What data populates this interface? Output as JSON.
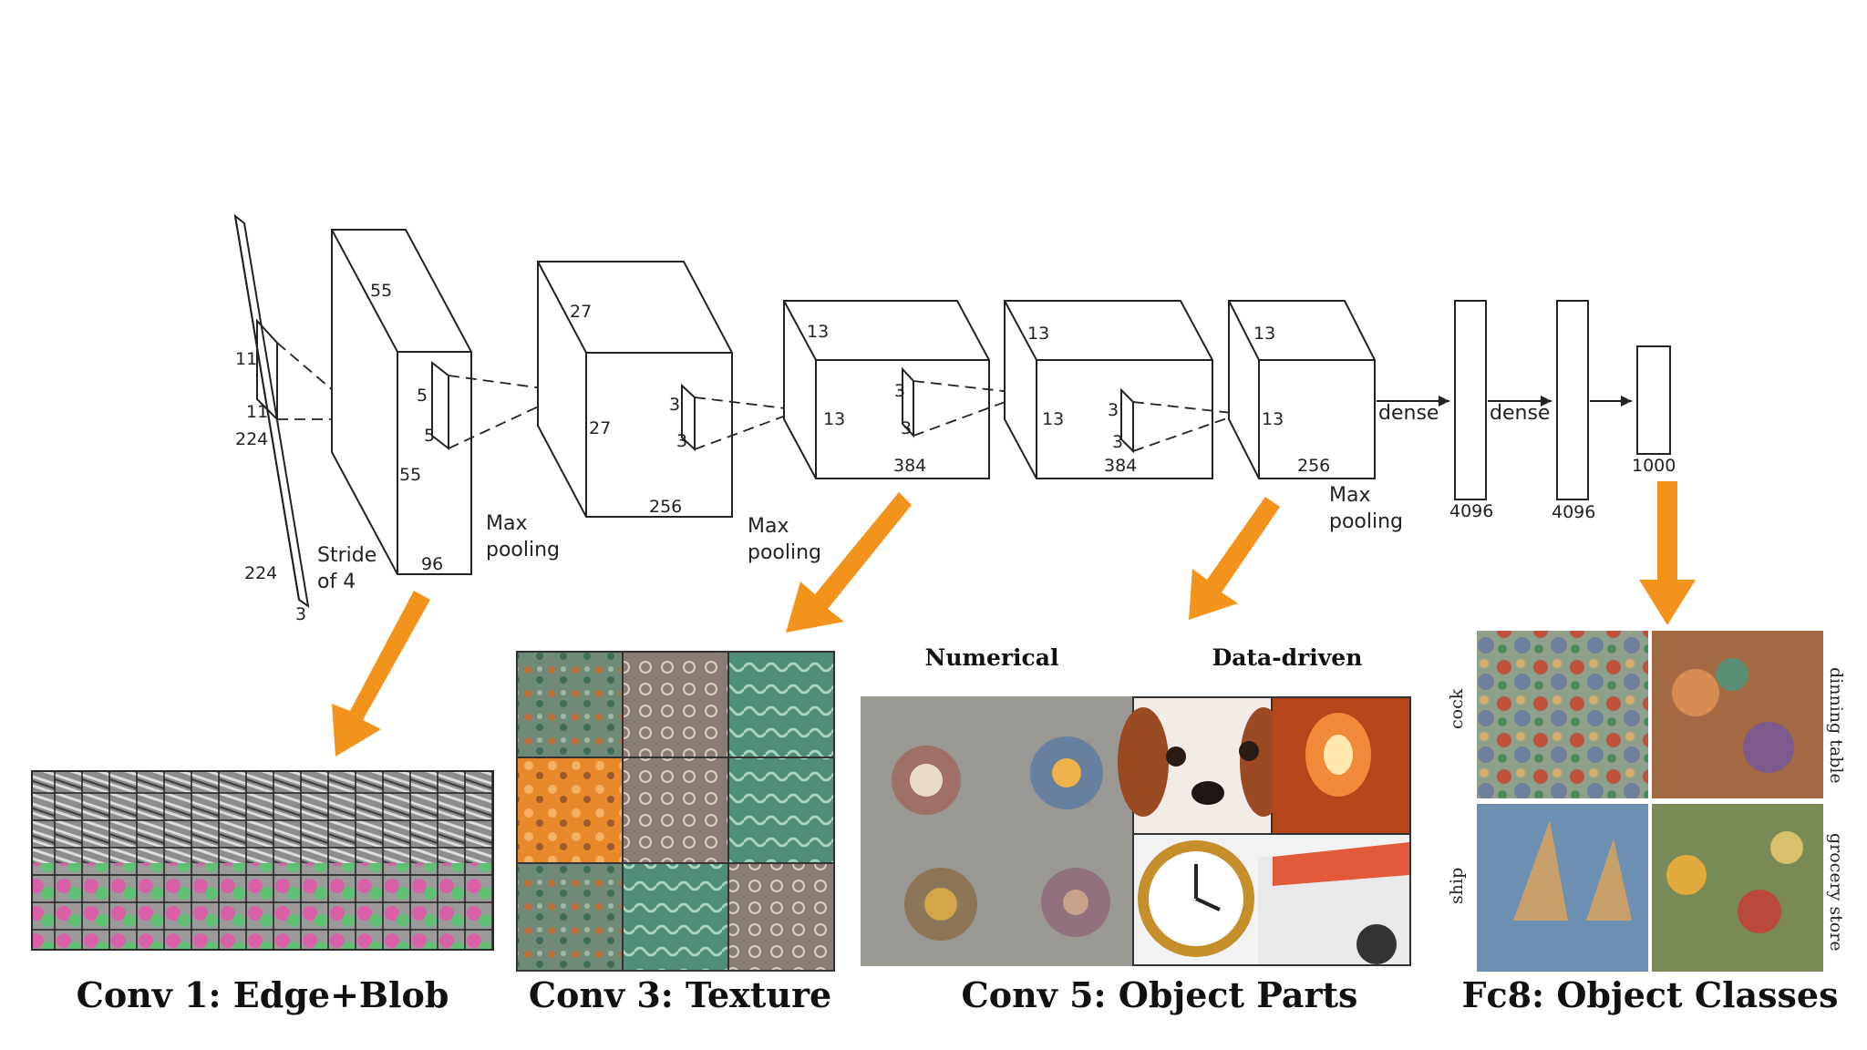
{
  "network": {
    "input": {
      "height": "224",
      "width": "224",
      "depth": "3",
      "kernel_h": "11",
      "kernel_w": "11",
      "stride_line1": "Stride",
      "stride_line2": "of 4"
    },
    "conv1": {
      "height": "55",
      "width": "55",
      "depth": "96",
      "kernel_h": "5",
      "kernel_w": "5"
    },
    "pool1": {
      "line1": "Max",
      "line2": "pooling"
    },
    "conv2": {
      "height": "27",
      "width": "27",
      "depth": "256",
      "kernel_h": "3",
      "kernel_w": "3"
    },
    "pool2": {
      "line1": "Max",
      "line2": "pooling"
    },
    "conv3": {
      "height": "13",
      "width": "13",
      "depth": "384",
      "kernel_h": "3",
      "kernel_w": "3"
    },
    "conv4": {
      "height": "13",
      "width": "13",
      "depth": "384",
      "kernel_h": "3",
      "kernel_w": "3"
    },
    "conv5": {
      "height": "13",
      "width": "13",
      "depth": "256"
    },
    "pool3": {
      "line1": "Max",
      "line2": "pooling"
    },
    "dense1": {
      "label": "dense",
      "size": "4096"
    },
    "dense2": {
      "label": "dense",
      "size": "4096"
    },
    "output": {
      "size": "1000"
    }
  },
  "panels": {
    "conv1": {
      "caption": "Conv 1: Edge+Blob"
    },
    "conv3": {
      "caption": "Conv 3: Texture"
    },
    "conv5": {
      "caption": "Conv 5: Object Parts",
      "left_header": "Numerical",
      "right_header": "Data-driven"
    },
    "fc8": {
      "caption": "Fc8: Object Classes",
      "labels": [
        "cock",
        "ship",
        "dinning table",
        "grocery store"
      ]
    }
  },
  "colors": {
    "arrow": "#f2941c",
    "line": "#222222"
  }
}
